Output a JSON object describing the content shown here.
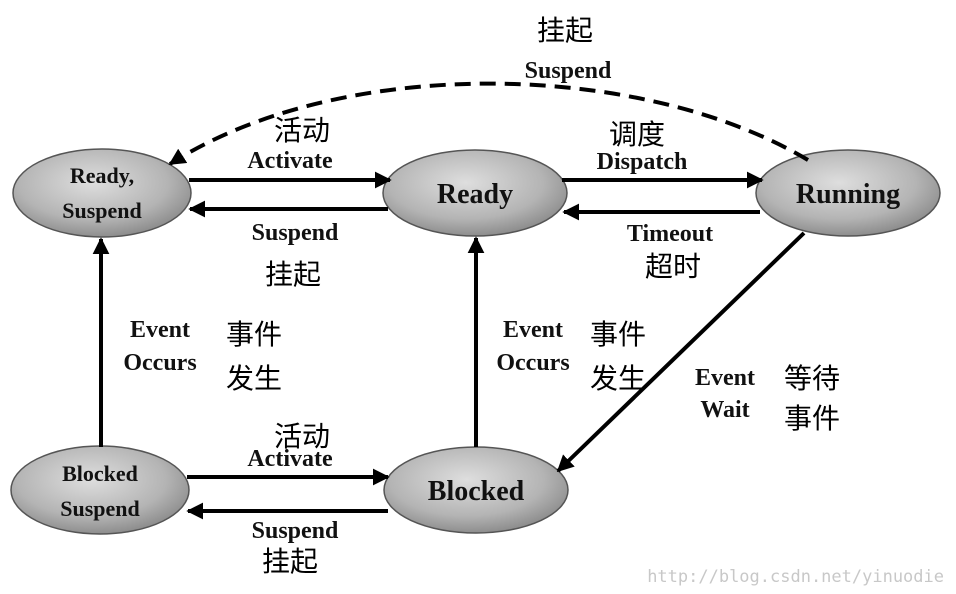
{
  "states": {
    "ready_suspend": {
      "line1": "Ready,",
      "line2": "Suspend"
    },
    "ready": {
      "label": "Ready"
    },
    "running": {
      "label": "Running"
    },
    "blocked_suspend": {
      "line1": "Blocked",
      "line2": "Suspend"
    },
    "blocked": {
      "label": "Blocked"
    }
  },
  "transitions": {
    "running_to_ready_suspend": {
      "en": "Suspend",
      "cn": "挂起"
    },
    "ready_suspend_to_ready": {
      "en": "Activate",
      "cn": "活动"
    },
    "ready_to_ready_suspend": {
      "en": "Suspend",
      "cn": "挂起"
    },
    "ready_to_running": {
      "en": "Dispatch",
      "cn": "调度"
    },
    "running_to_ready": {
      "en": "Timeout",
      "cn": "超时"
    },
    "blocked_suspend_to_ready_suspend": {
      "en1": "Event",
      "en2": "Occurs",
      "cn1": "事件",
      "cn2": "发生"
    },
    "blocked_to_ready": {
      "en1": "Event",
      "en2": "Occurs",
      "cn1": "事件",
      "cn2": "发生"
    },
    "running_to_blocked": {
      "en1": "Event",
      "en2": "Wait",
      "cn1": "等待",
      "cn2": "事件"
    },
    "blocked_suspend_to_blocked": {
      "en": "Activate",
      "cn": "活动"
    },
    "blocked_to_blocked_suspend": {
      "en": "Suspend",
      "cn": "挂起"
    }
  },
  "watermark": "http://blog.csdn.net/yinuodie",
  "colors": {
    "state_fill_light": "#d8d8d8",
    "state_fill_dark": "#8c8c8c",
    "line": "#000000"
  }
}
